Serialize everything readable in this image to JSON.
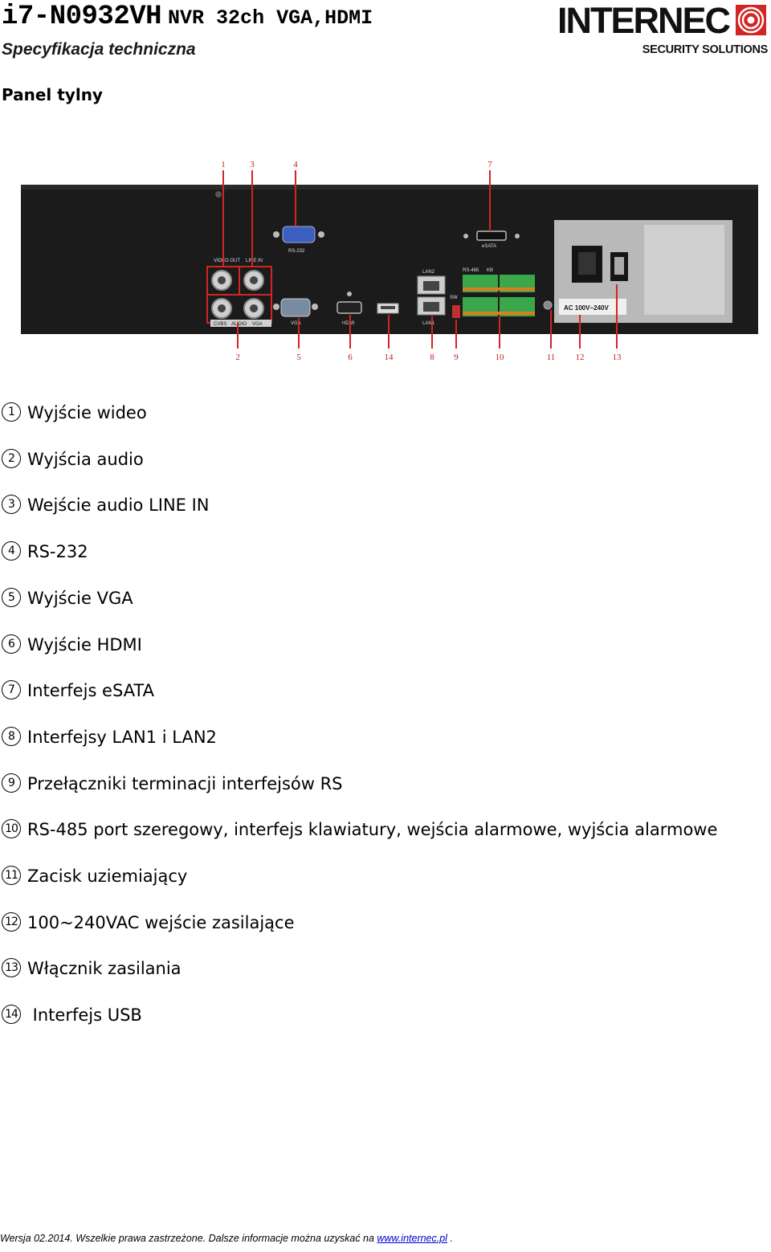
{
  "header": {
    "model": "i7-N0932VH",
    "model_desc": "NVR 32ch VGA,HDMI",
    "subtitle": "Specyfikacja techniczna",
    "logo_text": "INTERNEC",
    "logo_tagline": "SECURITY SOLUTIONS"
  },
  "section_title": "Panel tylny",
  "panel": {
    "callouts_top": [
      "1",
      "3",
      "4",
      "7"
    ],
    "callouts_bottom": [
      "2",
      "5",
      "6",
      "14",
      "8",
      "9",
      "10",
      "11",
      "12",
      "13"
    ],
    "port_labels": {
      "video_out": "VIDEO OUT",
      "line_in": "LINE IN",
      "cvbs": "CVBS",
      "audio": "AUDIO",
      "vga_small": "VGA",
      "rs232": "RS-232",
      "vga": "VGA",
      "hdmi": "HDMI",
      "lan2": "LAN2",
      "lan1": "LAN1",
      "sw": "SW",
      "rs485": "RS-485",
      "kb": "KB",
      "esata": "eSATA",
      "ac": "AC 100V~240V"
    }
  },
  "legend": [
    {
      "num": "1",
      "text": "Wyjście wideo"
    },
    {
      "num": "2",
      "text": "Wyjścia audio"
    },
    {
      "num": "3",
      "text": "Wejście audio LINE IN"
    },
    {
      "num": "4",
      "text": "RS-232"
    },
    {
      "num": "5",
      "text": "Wyjście VGA"
    },
    {
      "num": "6",
      "text": "Wyjście HDMI"
    },
    {
      "num": "7",
      "text": "Interfejs eSATA"
    },
    {
      "num": "8",
      "text": "Interfejsy LAN1 i LAN2"
    },
    {
      "num": "9",
      "text": "Przełączniki terminacji interfejsów RS"
    },
    {
      "num": "10",
      "text": "RS-485 port szeregowy, interfejs klawiatury, wejścia alarmowe, wyjścia alarmowe"
    },
    {
      "num": "11",
      "text": "Zacisk uziemiający"
    },
    {
      "num": "12",
      "text": "100~240VAC wejście zasilające"
    },
    {
      "num": "13",
      "text": "Włącznik zasilania"
    },
    {
      "num": "14",
      "text": " Interfejs USB"
    }
  ],
  "footer": {
    "text": "Wersja 02.2014. Wszelkie prawa zastrzeżone. Dalsze informacje można uzyskać na ",
    "link": "www.internec.pl",
    "suffix": " ."
  },
  "colors": {
    "panel": "#1b1b1b",
    "callout": "#d42424",
    "terminal_green": "#3aa84a",
    "connector_blue": "#3a5fbf"
  }
}
